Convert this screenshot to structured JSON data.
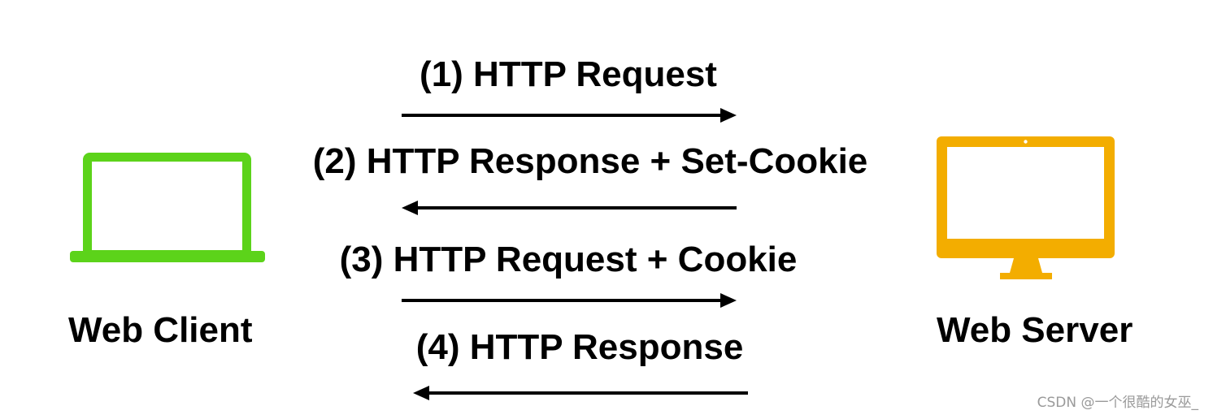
{
  "client": {
    "label": "Web Client",
    "icon": "laptop-icon",
    "color": "#5cd31a"
  },
  "server": {
    "label": "Web Server",
    "icon": "desktop-monitor-icon",
    "color": "#f3ad00"
  },
  "messages": [
    {
      "text": "(1) HTTP Request",
      "direction": "client-to-server"
    },
    {
      "text": "(2) HTTP Response + Set-Cookie",
      "direction": "server-to-client"
    },
    {
      "text": "(3) HTTP Request + Cookie",
      "direction": "client-to-server"
    },
    {
      "text": "(4) HTTP Response",
      "direction": "server-to-client"
    }
  ],
  "arrow_color": "#000000",
  "watermark": "CSDN @一个很酷的女巫_"
}
